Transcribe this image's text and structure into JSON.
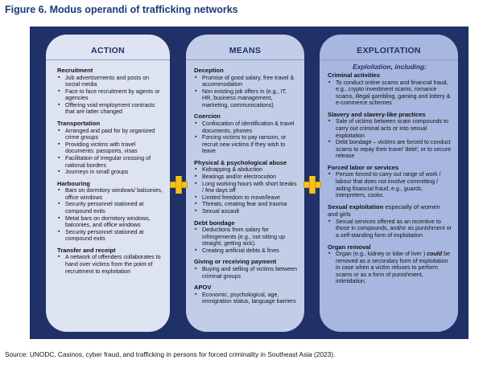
{
  "figure_title": "Figure 6. Modus operandi of trafficking networks",
  "source": "Source: UNODC, Casinos, cyber fraud, and trafficking in persons for forced criminality in Southeast Asia (2023).",
  "colors": {
    "panel": "#1f3166",
    "action_bg": "#dde3f1",
    "means_bg": "#c2cde8",
    "exploitation_bg": "#a8b7df",
    "plus_accent": "#f3c21b"
  },
  "action": {
    "title": "ACTION",
    "sections": [
      {
        "heading": "Recruitment",
        "items": [
          "Job advertisements and posts on social media",
          "Face to face recruitment by agents or agencies",
          "Offering void employment contracts that are latter changed"
        ]
      },
      {
        "heading": "Transportation",
        "items": [
          "Arranged and paid for by organized crime groups",
          "Providing victims with travel documents: passports, visas",
          "Facilitation of irregular crossing of national borders",
          "Journeys in small groups"
        ]
      },
      {
        "heading": "Harbouring",
        "items": [
          "Bars on dormitory windows/ balconies, office windows",
          "Security personnel stationed at compound exits",
          "Metal bars on dormitory windows, balconies, and office windows",
          "Security personnel stationed at compound exits"
        ]
      },
      {
        "heading": "Transfer and receipt",
        "items": [
          "A network of offenders collaborates to hand over victims from the point of recruitment to exploitation"
        ]
      }
    ]
  },
  "means": {
    "title": "MEANS",
    "sections": [
      {
        "heading": "Deception",
        "items": [
          "Promise of good salary, free travel & accommodation",
          "Non existing job offers in (e.g., IT, HR, business management, marketing, communications)"
        ]
      },
      {
        "heading": "Coercion",
        "items": [
          "Confiscation of identification & travel documents, phones",
          "Forcing victims to pay ransom, or recruit new victims if they wish to leave"
        ]
      },
      {
        "heading": "Physical & psychological abuse",
        "items": [
          "Kidnapping & abduction",
          "Beatings and/or electrocution",
          "Long working hours with short breaks / few days off",
          "Limited freedom to move/leave",
          "Threats, creating fear and trauma",
          "Sexual assault"
        ]
      },
      {
        "heading": "Debt bondage",
        "items": [
          "Deductions from salary for infringements (e.g., not sitting up straight, getting sick).",
          "Creating artificial debts & fines"
        ]
      },
      {
        "heading": "Giving or receiving payment",
        "items": [
          "Buying and selling of victims between criminal groups"
        ]
      },
      {
        "heading": "APOV",
        "items": [
          "Economic, psychological, age, immigration status, language barriers"
        ]
      }
    ]
  },
  "exploitation": {
    "title": "EXPLOITATION",
    "subtitle": "Exploitation, including:",
    "criminal": {
      "heading": "Criminal activities",
      "items": [
        "To conduct online scams and financial fraud, e.g., crypto investment scams, romance scams, illegal gambling, gaming and lottery & e-commerce schemes"
      ]
    },
    "slavery": {
      "heading": "Slavery and slavery-like practices",
      "items": [
        "Sale of victims between scam compounds to carry out criminal acts or into sexual exploitation",
        "Debt bondage – victims are forced to conduct scams to repay their travel 'debt'; or to secure release"
      ]
    },
    "forced": {
      "heading": "Forced labor or services",
      "items": [
        "Person forced to carry out range of work / labour that does not involve committing / aiding financial fraud, e.g., guards, interpreters, cooks."
      ]
    },
    "sexual": {
      "heading": "Sexual exploitation",
      "heading_tail": " especially of women and girls",
      "items": [
        "Sexual services offered as an incentive to those in compounds, and/or as punishment or a self-standing form of exploitation"
      ]
    },
    "organ": {
      "heading": "Organ removal",
      "item_pre": "Organ (e.g., kidney or lobe of liver ) ",
      "item_emph": "could",
      "item_post": " be removed as a secondary form of exploitation in case when a victim refuses to perform scams or as a form of punishment, intimidation."
    }
  }
}
